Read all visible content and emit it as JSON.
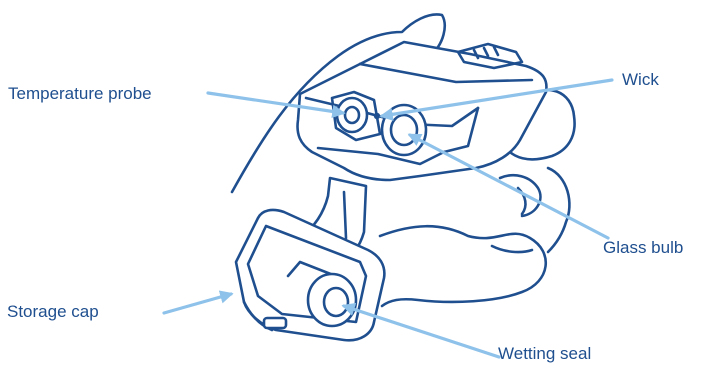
{
  "colors": {
    "outline": "#1f4f8f",
    "leader": "#8ec2ea",
    "label_text": "#1f4f8f",
    "background": "#ffffff"
  },
  "callouts": {
    "temperature_probe": "Temperature probe",
    "wick": "Wick",
    "glass_bulb": "Glass bulb",
    "storage_cap": "Storage cap",
    "wetting_seal": "Wetting seal"
  }
}
